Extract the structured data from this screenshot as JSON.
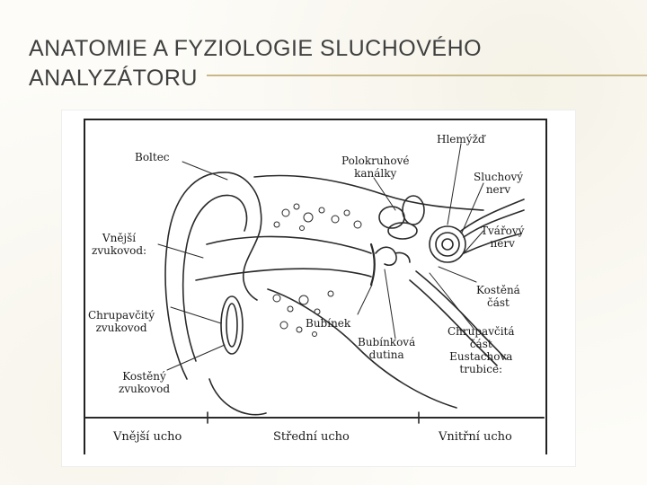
{
  "slide": {
    "title_line1": "ANATOMIE A FYZIOLOGIE SLUCHOVÉHO",
    "title_line2": "ANALYZÁTORU",
    "accent_rule_color": "#c8b888"
  },
  "figure": {
    "labels": {
      "boltec": "Boltec",
      "vnejsi_zvukovod_1": "Vnější",
      "vnejsi_zvukovod_2": "zvukovod:",
      "chrupavcity_zvukovod_1": "Chrupavčitý",
      "chrupavcity_zvukovod_2": "zvukovod",
      "kosteny_zvukovod_1": "Kostěný",
      "kosteny_zvukovod_2": "zvukovod",
      "polokruhove_kanalky_1": "Polokruhové",
      "polokruhove_kanalky_2": "kanálky",
      "hlemyzd": "Hlemýžď",
      "sluchovy_nerv_1": "Sluchový",
      "sluchovy_nerv_2": "nerv",
      "trarovy_nerv_1": "Tvářový",
      "trarovy_nerv_2": "nerv",
      "kostena_cast_1": "Kostěná",
      "kostena_cast_2": "část",
      "chrupavcita_cast_1": "Chrupavčitá",
      "chrupavcita_cast_2": "část",
      "eustachova_trubice_1": "Eustachova",
      "eustachova_trubice_2": "trubice:",
      "bubinek": "Bubínek",
      "bubinkova_dutina_1": "Bubínková",
      "bubinkova_dutina_2": "dutina"
    },
    "sections": {
      "outer": "Vnější ucho",
      "middle": "Střední ucho",
      "inner": "Vnitřní ucho"
    }
  }
}
